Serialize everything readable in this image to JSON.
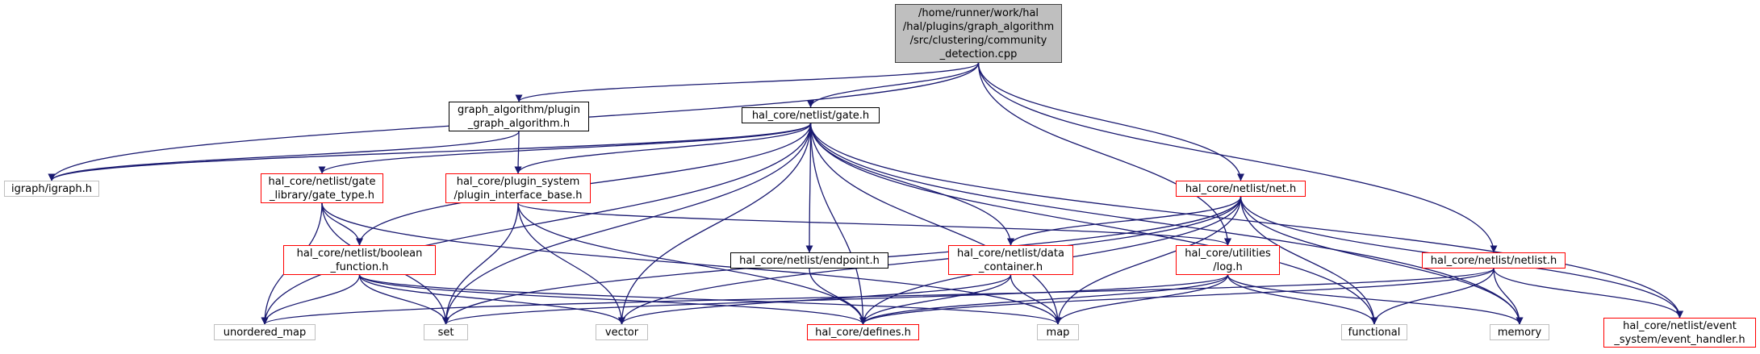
{
  "colors": {
    "edge": "#191970",
    "root_fill": "#bfbfbf",
    "red_border": "#ff0000",
    "black_border": "#000000",
    "gray_border": "#bfbfbf"
  },
  "nodes": {
    "root": {
      "lines": [
        "/home/runner/work/hal",
        "/hal/plugins/graph_algorithm",
        "/src/clustering/community",
        "_detection.cpp"
      ],
      "style": "root"
    },
    "plugin_algo": {
      "lines": [
        "graph_algorithm/plugin",
        "_graph_algorithm.h"
      ],
      "style": "black"
    },
    "gate": {
      "lines": [
        "hal_core/netlist/gate.h"
      ],
      "style": "black"
    },
    "igraph": {
      "lines": [
        "igraph/igraph.h"
      ],
      "style": "gray"
    },
    "gate_type": {
      "lines": [
        "hal_core/netlist/gate",
        "_library/gate_type.h"
      ],
      "style": "red"
    },
    "plugin_if": {
      "lines": [
        "hal_core/plugin_system",
        "/plugin_interface_base.h"
      ],
      "style": "red"
    },
    "net": {
      "lines": [
        "hal_core/netlist/net.h"
      ],
      "style": "red"
    },
    "boolean": {
      "lines": [
        "hal_core/netlist/boolean",
        "_function.h"
      ],
      "style": "red"
    },
    "endpoint": {
      "lines": [
        "hal_core/netlist/endpoint.h"
      ],
      "style": "black"
    },
    "data_cont": {
      "lines": [
        "hal_core/netlist/data",
        "_container.h"
      ],
      "style": "red"
    },
    "log": {
      "lines": [
        "hal_core/utilities",
        "/log.h"
      ],
      "style": "red"
    },
    "netlist": {
      "lines": [
        "hal_core/netlist/netlist.h"
      ],
      "style": "red"
    },
    "unordered": {
      "lines": [
        "unordered_map"
      ],
      "style": "gray"
    },
    "set": {
      "lines": [
        "set"
      ],
      "style": "gray"
    },
    "vector": {
      "lines": [
        "vector"
      ],
      "style": "gray"
    },
    "defines": {
      "lines": [
        "hal_core/defines.h"
      ],
      "style": "red"
    },
    "map": {
      "lines": [
        "map"
      ],
      "style": "gray"
    },
    "functional": {
      "lines": [
        "functional"
      ],
      "style": "gray"
    },
    "memory": {
      "lines": [
        "memory"
      ],
      "style": "gray"
    },
    "event": {
      "lines": [
        "hal_core/netlist/event",
        "_system/event_handler.h"
      ],
      "style": "red"
    }
  },
  "edges": [
    [
      "root",
      "igraph"
    ],
    [
      "root",
      "plugin_algo"
    ],
    [
      "root",
      "gate"
    ],
    [
      "root",
      "log"
    ],
    [
      "root",
      "net"
    ],
    [
      "root",
      "netlist"
    ],
    [
      "plugin_algo",
      "igraph"
    ],
    [
      "plugin_algo",
      "plugin_if"
    ],
    [
      "gate",
      "igraph"
    ],
    [
      "gate",
      "gate_type"
    ],
    [
      "gate",
      "plugin_if"
    ],
    [
      "gate",
      "boolean"
    ],
    [
      "gate",
      "unordered"
    ],
    [
      "gate",
      "set"
    ],
    [
      "gate",
      "vector"
    ],
    [
      "gate",
      "endpoint"
    ],
    [
      "gate",
      "data_cont"
    ],
    [
      "gate",
      "defines"
    ],
    [
      "gate",
      "map"
    ],
    [
      "gate",
      "functional"
    ],
    [
      "gate",
      "memory"
    ],
    [
      "gate",
      "event"
    ],
    [
      "gate_type",
      "boolean"
    ],
    [
      "gate_type",
      "unordered"
    ],
    [
      "gate_type",
      "set"
    ],
    [
      "gate_type",
      "map"
    ],
    [
      "plugin_if",
      "set"
    ],
    [
      "plugin_if",
      "vector"
    ],
    [
      "plugin_if",
      "defines"
    ],
    [
      "plugin_if",
      "log"
    ],
    [
      "boolean",
      "unordered"
    ],
    [
      "boolean",
      "set"
    ],
    [
      "boolean",
      "vector"
    ],
    [
      "boolean",
      "defines"
    ],
    [
      "boolean",
      "map"
    ],
    [
      "endpoint",
      "defines"
    ],
    [
      "data_cont",
      "vector"
    ],
    [
      "data_cont",
      "defines"
    ],
    [
      "data_cont",
      "map"
    ],
    [
      "net",
      "set"
    ],
    [
      "net",
      "vector"
    ],
    [
      "net",
      "data_cont"
    ],
    [
      "net",
      "defines"
    ],
    [
      "net",
      "map"
    ],
    [
      "net",
      "functional"
    ],
    [
      "net",
      "memory"
    ],
    [
      "net",
      "event"
    ],
    [
      "log",
      "set"
    ],
    [
      "log",
      "defines"
    ],
    [
      "log",
      "map"
    ],
    [
      "log",
      "functional"
    ],
    [
      "log",
      "memory"
    ],
    [
      "netlist",
      "unordered"
    ],
    [
      "netlist",
      "defines"
    ],
    [
      "netlist",
      "functional"
    ],
    [
      "netlist",
      "memory"
    ],
    [
      "netlist",
      "event"
    ]
  ]
}
